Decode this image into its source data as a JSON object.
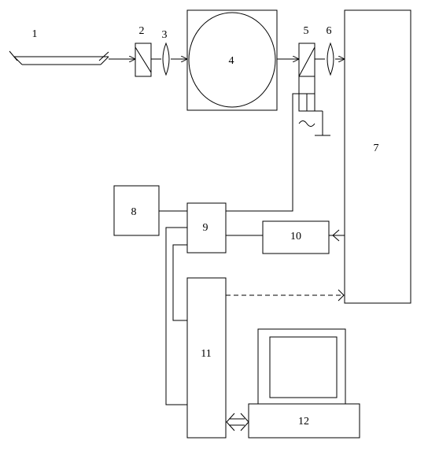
{
  "labels": {
    "l1": "1",
    "l2": "2",
    "l3": "3",
    "l4": "4",
    "l5": "5",
    "l6": "6",
    "l7": "7",
    "l8": "8",
    "l9": "9",
    "l10": "10",
    "l11": "11",
    "l12": "12"
  },
  "colors": {
    "stroke": "#000000",
    "background": "#ffffff"
  }
}
